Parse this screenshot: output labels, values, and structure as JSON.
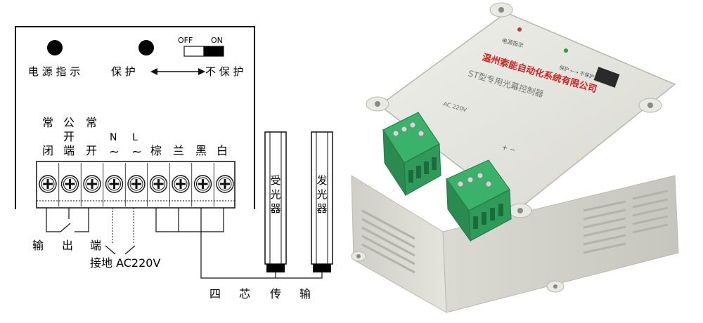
{
  "diagram": {
    "panel": {
      "switch": {
        "off_label": "OFF",
        "on_label": "ON"
      },
      "indicator_label": "电 源 指 示",
      "protect_label": "保 护",
      "no_protect_label": "不 保 护"
    },
    "terminals": {
      "top_labels": {
        "nc_top": "常",
        "nc_bottom": "闭",
        "com_top": "公",
        "com_mid": "开",
        "com_bottom": "端",
        "no_top": "常",
        "no_bottom": "开",
        "n_label": "N",
        "n_symbol": "~",
        "l_label": "L",
        "l_symbol": "~",
        "brown": "棕",
        "blue": "兰",
        "black": "黑",
        "white": "白"
      },
      "count": 9
    },
    "bottom_labels": {
      "output_1": "输",
      "output_2": "出",
      "output_3": "端",
      "ground_ac": "接地 AC220V",
      "four_core_1": "四",
      "four_core_2": "芯",
      "four_core_3": "传",
      "four_core_4": "输"
    },
    "sensors": {
      "receiver": "受光器",
      "emitter": "发光器"
    }
  },
  "photo": {
    "brand_label": "温州索能自动化系统有限公司",
    "model_label": "ST型专用光幕控制器",
    "small_label": "电源指示",
    "switch_label": "保护 ←→ 不保护",
    "ac_label": "AC 220V",
    "polarity_label": "+ −",
    "colors": {
      "housing": "#e2e2dc",
      "terminal": "#3ab26a",
      "brand_text": "#d21f1f",
      "din_clip": "#e03a3a"
    }
  }
}
